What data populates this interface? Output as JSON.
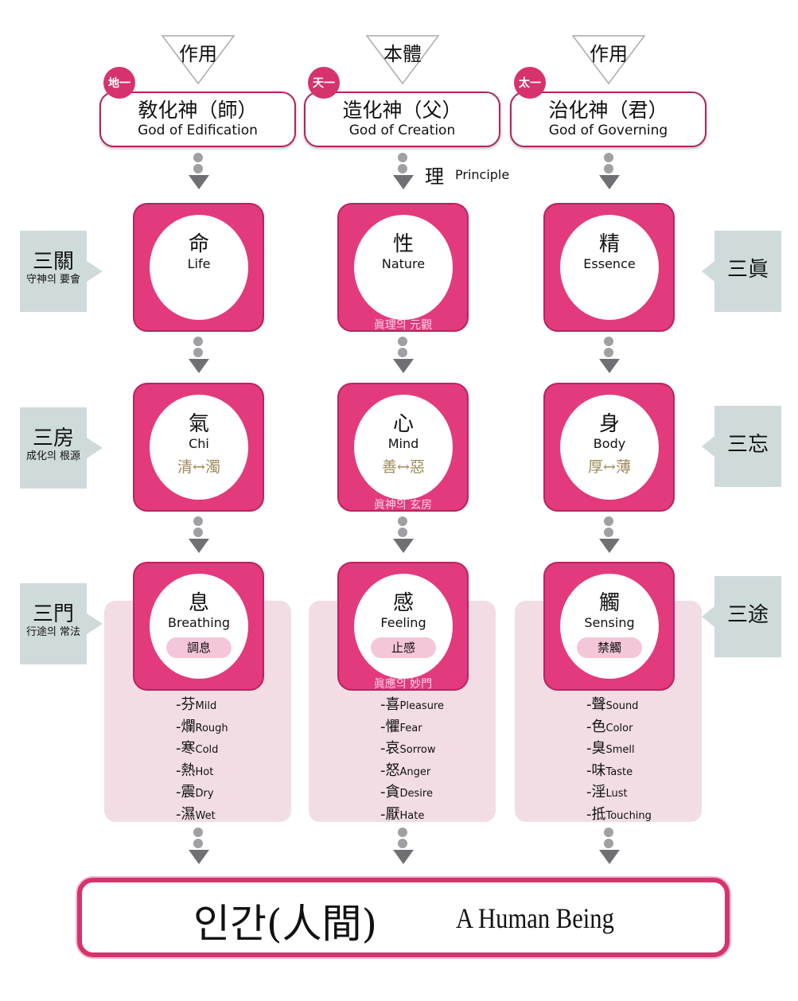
{
  "columns": [
    {
      "triangle": "作用",
      "badge": "地一",
      "god_cn": "敎化神（師）",
      "god_en": "God of Edification",
      "connector_label_cn": "",
      "connector_label_en": "",
      "rows": [
        {
          "cn": "命",
          "en": "Life",
          "sub": "",
          "pill": "",
          "foot": ""
        },
        {
          "cn": "氣",
          "en": "Chi",
          "sub": "清↔濁",
          "pill": "",
          "foot": ""
        },
        {
          "cn": "息",
          "en": "Breathing",
          "sub": "",
          "pill": "調息",
          "foot": ""
        }
      ],
      "list": [
        {
          "cn": "芬",
          "en": "Mild"
        },
        {
          "cn": "爛",
          "en": "Rough"
        },
        {
          "cn": "寒",
          "en": "Cold"
        },
        {
          "cn": "熱",
          "en": "Hot"
        },
        {
          "cn": "震",
          "en": "Dry"
        },
        {
          "cn": "濕",
          "en": "Wet"
        }
      ]
    },
    {
      "triangle": "本體",
      "badge": "天一",
      "god_cn": "造化神（父）",
      "god_en": "God of Creation",
      "connector_label_cn": "理",
      "connector_label_en": "Principle",
      "rows": [
        {
          "cn": "性",
          "en": "Nature",
          "sub": "",
          "pill": "",
          "foot": "眞理의 元觀"
        },
        {
          "cn": "心",
          "en": "Mind",
          "sub": "善↔惡",
          "pill": "",
          "foot": "眞神의 玄房"
        },
        {
          "cn": "感",
          "en": "Feeling",
          "sub": "",
          "pill": "止感",
          "foot": "眞應의 妙門"
        }
      ],
      "list": [
        {
          "cn": "喜",
          "en": "Pleasure"
        },
        {
          "cn": "懼",
          "en": "Fear"
        },
        {
          "cn": "哀",
          "en": "Sorrow"
        },
        {
          "cn": "怒",
          "en": "Anger"
        },
        {
          "cn": "貪",
          "en": "Desire"
        },
        {
          "cn": "厭",
          "en": "Hate"
        }
      ]
    },
    {
      "triangle": "作用",
      "badge": "太一",
      "god_cn": "治化神（君）",
      "god_en": "God of Governing",
      "connector_label_cn": "",
      "connector_label_en": "",
      "rows": [
        {
          "cn": "精",
          "en": "Essence",
          "sub": "",
          "pill": "",
          "foot": ""
        },
        {
          "cn": "身",
          "en": "Body",
          "sub": "厚↔薄",
          "pill": "",
          "foot": ""
        },
        {
          "cn": "觸",
          "en": "Sensing",
          "sub": "",
          "pill": "禁觸",
          "foot": ""
        }
      ],
      "list": [
        {
          "cn": "聲",
          "en": "Sound"
        },
        {
          "cn": "色",
          "en": "Color"
        },
        {
          "cn": "臭",
          "en": "Smell"
        },
        {
          "cn": "味",
          "en": "Taste"
        },
        {
          "cn": "淫",
          "en": "Lust"
        },
        {
          "cn": "抵",
          "en": "Touching"
        }
      ]
    }
  ],
  "left_labels": [
    {
      "cn": "三關",
      "sub": "守神의 要會"
    },
    {
      "cn": "三房",
      "sub": "成化의 根源"
    },
    {
      "cn": "三門",
      "sub": "行途의 常法"
    }
  ],
  "right_labels": [
    {
      "cn": "三眞"
    },
    {
      "cn": "三忘"
    },
    {
      "cn": "三途"
    }
  ],
  "bottom": {
    "korean": "인간(人間)",
    "english": "A Human Being"
  },
  "colors": {
    "pink": "#e23a7d",
    "light_pink": "#f2dde5",
    "gray": "#cfdadb"
  }
}
